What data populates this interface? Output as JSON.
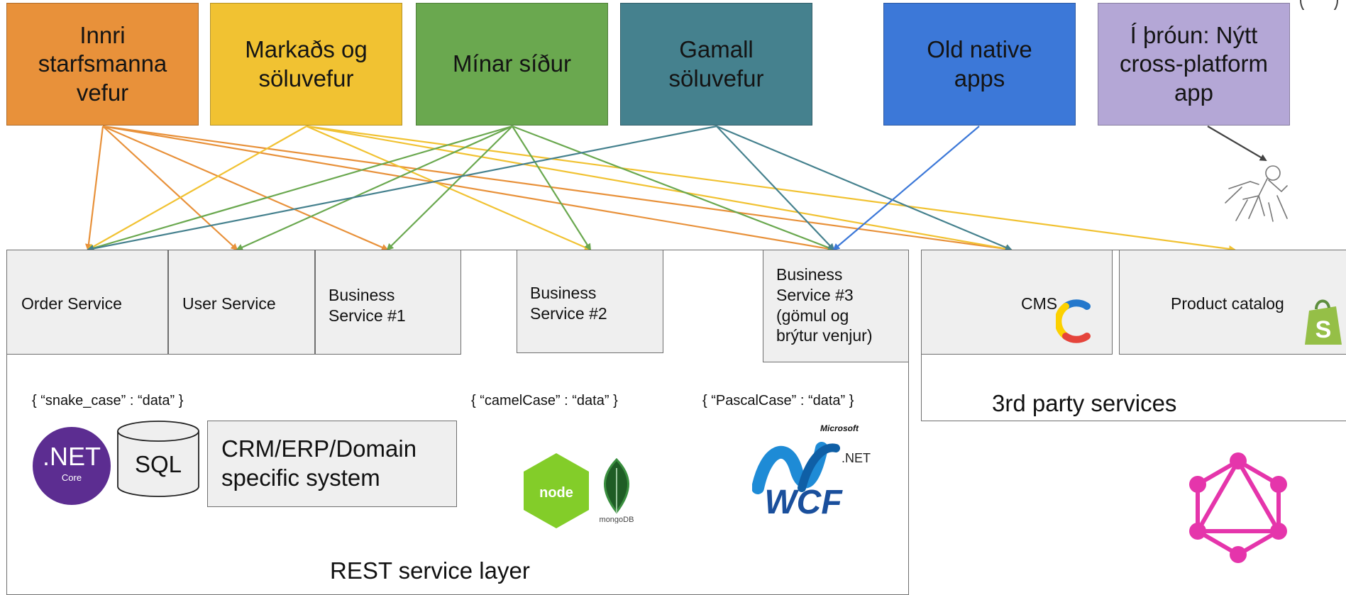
{
  "clients": [
    {
      "id": "innri",
      "label": "Innri\nstarfsmanna\nvefur",
      "color": "#e8913a"
    },
    {
      "id": "markad",
      "label": "Markaðs og\nsöluvefur",
      "color": "#f1c232"
    },
    {
      "id": "minar",
      "label": "Mínar síður",
      "color": "#6aa84f"
    },
    {
      "id": "gamall",
      "label": "Gamall\nsöluvefur",
      "color": "#45818e"
    },
    {
      "id": "native",
      "label": "Old native\napps",
      "color": "#3c78d8"
    },
    {
      "id": "throun",
      "label": "Í þróun: Nýtt\ncross-platform\napp",
      "color": "#b4a7d6"
    }
  ],
  "services": {
    "order": "Order Service",
    "user": "User Service",
    "business1": "Business\nService #1",
    "business2": "Business\nService #2",
    "business3": "Business\nService #3\n(gömul og\nbrýtur venjur)",
    "cms": "CMS",
    "catalog": "Product catalog"
  },
  "rest_layer": {
    "label": "REST service layer",
    "snake_json": "{ “snake_case” : “data” }",
    "camel_json": "{ “camelCase” : “data” }",
    "pascal_json": "{ “PascalCase” : “data” }",
    "sql_label": "SQL",
    "crm_label": "CRM/ERP/Domain\nspecific system",
    "net_logo": ".NET",
    "net_logo_sub": "Core",
    "node_logo": "node",
    "mongo_logo": "mongoDB",
    "wcf_logo": "WCF",
    "wcf_microsoft": "Microsoft",
    "wcf_net": ".NET"
  },
  "third_party": {
    "label": "3rd party services"
  },
  "edge_colors": {
    "innri": "#e8913a",
    "markad": "#f1c232",
    "minar": "#6aa84f",
    "gamall": "#45818e",
    "native": "#3c78d8",
    "throun": "#434343"
  },
  "icons": [
    "dotnet-core-logo",
    "sql-cylinder-icon",
    "nodejs-logo",
    "mongodb-logo",
    "wcf-logo",
    "contentful-logo",
    "shopify-logo",
    "graphql-logo",
    "developer-sketch-icon"
  ]
}
